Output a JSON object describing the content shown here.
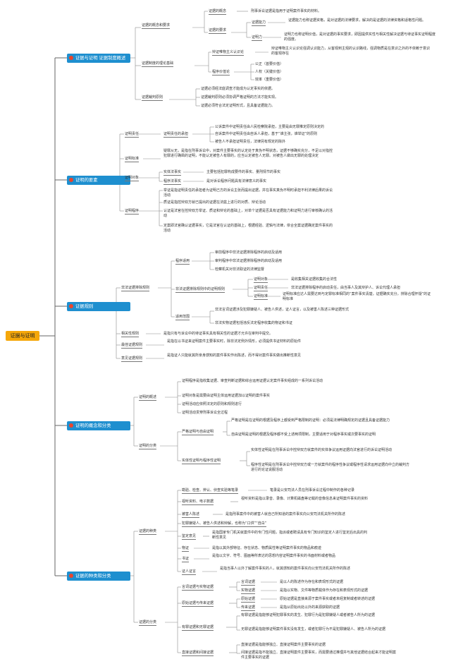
{
  "root": "证据与证明",
  "colors": {
    "main_bg": "#1e8fcf",
    "root_bg": "#f5a70a",
    "icon": "#e8452c"
  },
  "icon": "red-circle-icon",
  "b1": {
    "title": "证据与证明 证据制度概述",
    "n1": "证据的概念和要求",
    "n1a": "证据的概念",
    "n1a1": "刑事诉讼证据是指用于证明案件事实的材料。",
    "n1b": "证据的要求",
    "n1b1": "证据能力",
    "n1b1t": "证据能力也称证据资格，是对证据的法律要求，解决的是证据的法律资格和适格性问题。",
    "n1b2": "证明力",
    "n1b2t": "证明力也称证明价值，是对证据的事实要求，即因提供实性与相关性解决证据与待证事实证明程度的强度。",
    "n2": "证据制度的理论基础",
    "n2a": "辩证唯物主义认识论",
    "n2a1": "辩证唯物主义认识论强调认识能力，从客观到主观的认识路线，强调物质是在意识之外的不依赖于意识的客观存在",
    "n2b": "程序价值论",
    "n2b1": "公正（首要价值）",
    "n2b2": "人权（关键价值）",
    "n2b3": "效率（重要价值）",
    "n3": "证据裁判原则",
    "n3a": "证据必须经法庭调查才能成为认定事实的依据。",
    "n3b": "证据裁判原则必须协调严格证明的方法才能实现。",
    "n3c": "证据必须符合法定证明形式，且具备证据能力。"
  },
  "b2": {
    "title": "证明的要素",
    "n1": "证明责任",
    "n1a": "证明责任的承担",
    "n1a1": "公诉案件中证明责任由人民检察院承担，主要是由无罪推定原则决定的",
    "n1a2": "自诉案件中证明责任由自诉人承担，基于“谁主张，谁举证”的原则",
    "n1a3": "被告人不承担证明责任，法律另有规定的除外",
    "n2": "证明标准",
    "n2t": "疑罪从无，是指在刑事诉讼中，对案件主要事实的认定处于真伪不明状态，证据不够确实充分，不足以对指控犯罪进行确凿的证明，不能认定被告人有罪的，应当认定被告人无罪。对被告人做出无罪的处理决定",
    "n3": "证明对象",
    "n3a": "实体法事实",
    "n3a1": "主要包括犯罪构成要件的事实、量刑情节的事实",
    "n3b": "程序法事实",
    "n3b1": "是对诉讼程序问题具有法律意义的事实",
    "n4": "证明程序",
    "n4a": "举证是指证明责任的承担者为证明己方的诉讼主张而提出证据，并在事实真伪不明时承担不利法律后果的诉讼活动",
    "n4b": "质证是指控辩双方就已提出的证据在法庭上进行的对质、辩论活动",
    "n4c": "认证是法官在控辩双方举证、质证和辩论的基础上，对单个证据是否具有证据能力和证明力进行审核确认的活动",
    "n4d": "定案即法官确认证据事实，它是法官在认证的基础上，根据经验、逻辑与法律，依合全案证据确定案件事实的活动"
  },
  "b3": {
    "title": "证据规则",
    "n1": "非法证据排除规则",
    "n1a": "程序适用",
    "n1a1": "审前程序中非法证据排除程序的启动及适用",
    "n1a2": "审判程序中非法证据排除程序的启动及适用",
    "n1a3": "检察机关对非法取证的法律监督",
    "n1b": "非法证据排除规则中的证明规则",
    "n1b1": "证明对象",
    "n1b1t": "是收集相关证据收集的合法性",
    "n1b2": "证明责任",
    "n1b2t": "非法证据排除程序的启动责任，由当事人及其辩护人、诉讼代理人承担",
    "n1b3": "证明标准",
    "n1b3t": "证明标准应达人需要达到与定罪标准相同的“案件事实清楚，证据确实充分，排除合理怀疑”的证明标准",
    "n1c": "适用范围",
    "n1c1": "非法言词证据涉及犯罪嫌疑人、被告人供述，证人证言，以及被害人陈述三种证据形式",
    "n1c2": "非法实物证据包括违反法定程序收集的物证和书证",
    "n2": "相关性规则",
    "n2t": "是指只有与诉讼中的待证事实具有相关性的证据才允许在审判中提交。",
    "n3": "最佳证据规则",
    "n3t": "是指在以书证来证明案件主要事实时，除非法定例外情形，必须提供书证材料的原始件",
    "n4": "意见证据规则",
    "n4t": "是指证人只能就其所亲身感知的案件事实作出陈述，而不得对案件事实做出推断性意见"
  },
  "b4": {
    "title": "证明的概念和分类",
    "n1": "证明的概述",
    "n1a": "证明程序是指收集证据、审查判断证据和综合运用证据认定案件事实组成的一系列诉讼活动",
    "n1b": "证明对象是需要由证明主体运用证据加以证明的案件事实",
    "n1c": "证明活动应依照法定的原则和规则进行",
    "n1d": "证明活动贯穿刑事诉讼全过程",
    "n2": "证明的分类",
    "n2a": "严格证明与自由证明",
    "n2a1": "严格证明是在证明的根据及程序上都受到严格限制的证明：必须是法律明确规定的证据且具备证据能力",
    "n2a2": "自由证明是证明的根据及程序都不受上述两项限制，主要适用于对程序事实或次要事实的证明",
    "n2b": "实体性证明与程序性证明",
    "n2b1": "实体性证明是在刑事诉讼中控辩双方就案件的实体争议运用证据向法官进行的诉讼证明活动",
    "n2b2": "程序性证明是在刑事诉讼中控辩双方或一方就案件的程序性争议或程序性请求运用证据向中立的裁判方进行的论证说服活动"
  },
  "b5": {
    "title": "证据的种类和分类",
    "n1": "证据的种类",
    "n1a": "勘验、检查、辨认、侦查实验等笔录",
    "n1at": "笔录是公安司法人员在刑事诉讼过程中制作的各种记录",
    "n1b": "视听资料、电子数据",
    "n1bt": "视听资料是指以录音、录像、计算机磁盘等记载的音像信息来证明案件事实的资料",
    "n1c": "被害人陈述",
    "n1ct": "是指刑事案件中的被害人就自己所知道的案件事实向公安司法机关所作的陈述",
    "n1d": "犯罪嫌疑人、被告人供述和辩解，也称为“口供”“自白”",
    "n1e": "鉴定意见",
    "n1et": "是指国家专门机关就案件中的专门性问题，指派或者聘请具有专门知识的鉴定人进行鉴定后出具的判断性意见",
    "n1f": "物证",
    "n1ft": "是指以其外部特征、存在状态、物质属性等证明案件事实的物品和痕迹",
    "n1g": "书证",
    "n1gt": "是指以文字、符号、图画等所表达的思想内容证明案件事实的书面材料或者物品",
    "n1h": "证人证言",
    "n1ht": "是指当事人以外了解案件事实的人，就其感知的案件事实向公安司法机关所作的陈述",
    "n2": "证据的分类",
    "n2a": "言词证据与实物证据",
    "n2a1": "言词证据",
    "n2a1t": "是以人的陈述作为存在和表现形式的证据",
    "n2a2": "实物证据",
    "n2a2t": "是指以实物、文件等物质载体作为存在和表现形式的证据",
    "n2b": "原始证据与传来证据",
    "n2b1": "原始证据",
    "n2b1t": "原始证据是直接来源于案件事实或者未经复制或者转述的证据",
    "n2b2": "传来证据",
    "n2b2t": "是指从原始出处以外的来源获取的证据",
    "n2c": "有罪证据和无罪证据",
    "n2c1": "有罪证据是指能够证明犯罪事实的发生、犯罪行为是犯罪嫌疑人或者被告人所为的证据",
    "n2c2": "无罪证据是指能够证明案件事实没有发生，或者犯罪行为不是犯罪嫌疑人、被告人所为的证据",
    "n2d": "直接证据和间接证据",
    "n2d1": "直接证据是指能够独立、直接证明案件主要事实的证据",
    "n2d2": "间接证据是指不能独立、直接证明案件主要事实，而需要通过推理并与其他证据结合起来才能证明案件主要事实的证据"
  }
}
